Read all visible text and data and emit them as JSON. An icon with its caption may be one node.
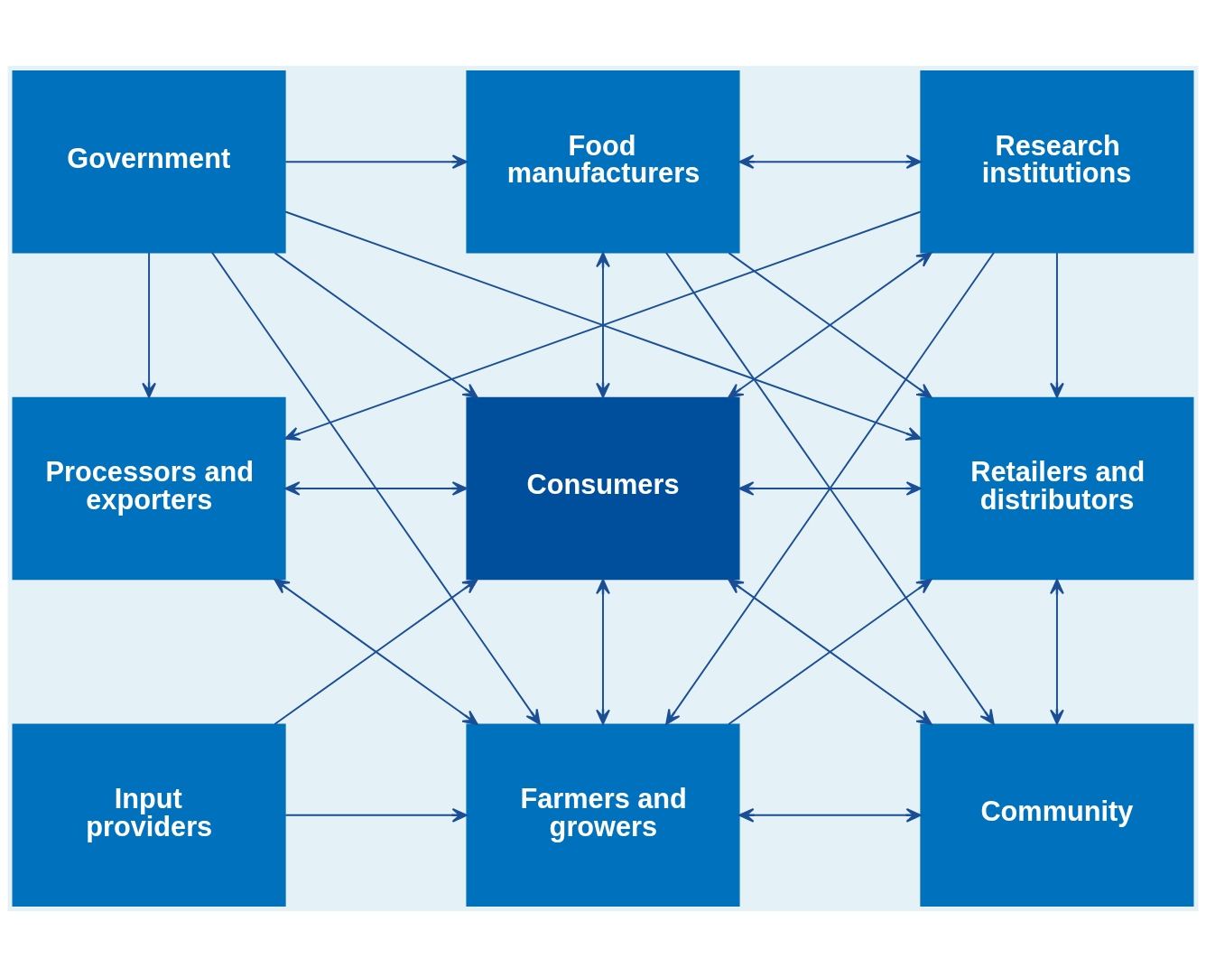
{
  "diagram": {
    "nodes": [
      {
        "text": [
          "Government"
        ]
      },
      {
        "text": [
          "Food manufacturers"
        ]
      },
      {
        "text": [
          "Research institutions"
        ]
      },
      {
        "text": [
          "Processors and exporters"
        ]
      },
      {
        "text": [
          "Consumers"
        ]
      },
      {
        "text": [
          "Retailers and distributors"
        ]
      },
      {
        "text": [
          "Input providers"
        ]
      },
      {
        "text": [
          "Farmers and growers"
        ]
      },
      {
        "text": [
          "Community"
        ]
      }
    ],
    "edges": [
      {
        "from": 0,
        "to": 1,
        "arrow": "to"
      },
      {
        "from": 1,
        "to": 2,
        "arrow": "both"
      },
      {
        "from": 0,
        "to": 3,
        "arrow": "to"
      },
      {
        "from": 0,
        "to": 4,
        "arrow": "to"
      },
      {
        "from": 0,
        "to": 7,
        "arrow": "to"
      },
      {
        "from": 0,
        "to": 5,
        "arrow": "to"
      },
      {
        "from": 1,
        "to": 4,
        "arrow": "both"
      },
      {
        "from": 1,
        "to": 5,
        "arrow": "to"
      },
      {
        "from": 1,
        "to": 8,
        "arrow": "to"
      },
      {
        "from": 2,
        "to": 3,
        "arrow": "to"
      },
      {
        "from": 2,
        "to": 4,
        "arrow": "both"
      },
      {
        "from": 2,
        "to": 7,
        "arrow": "to"
      },
      {
        "from": 2,
        "to": 5,
        "arrow": "to"
      },
      {
        "from": 3,
        "to": 4,
        "arrow": "both"
      },
      {
        "from": 4,
        "to": 5,
        "arrow": "both"
      },
      {
        "from": 3,
        "to": 7,
        "arrow": "both"
      },
      {
        "from": 6,
        "to": 4,
        "arrow": "to"
      },
      {
        "from": 4,
        "to": 7,
        "arrow": "both"
      },
      {
        "from": 4,
        "to": 8,
        "arrow": "both"
      },
      {
        "from": 7,
        "to": 5,
        "arrow": "to"
      },
      {
        "from": 5,
        "to": 8,
        "arrow": "both"
      },
      {
        "from": 6,
        "to": 7,
        "arrow": "to"
      },
      {
        "from": 7,
        "to": 8,
        "arrow": "both"
      }
    ]
  }
}
